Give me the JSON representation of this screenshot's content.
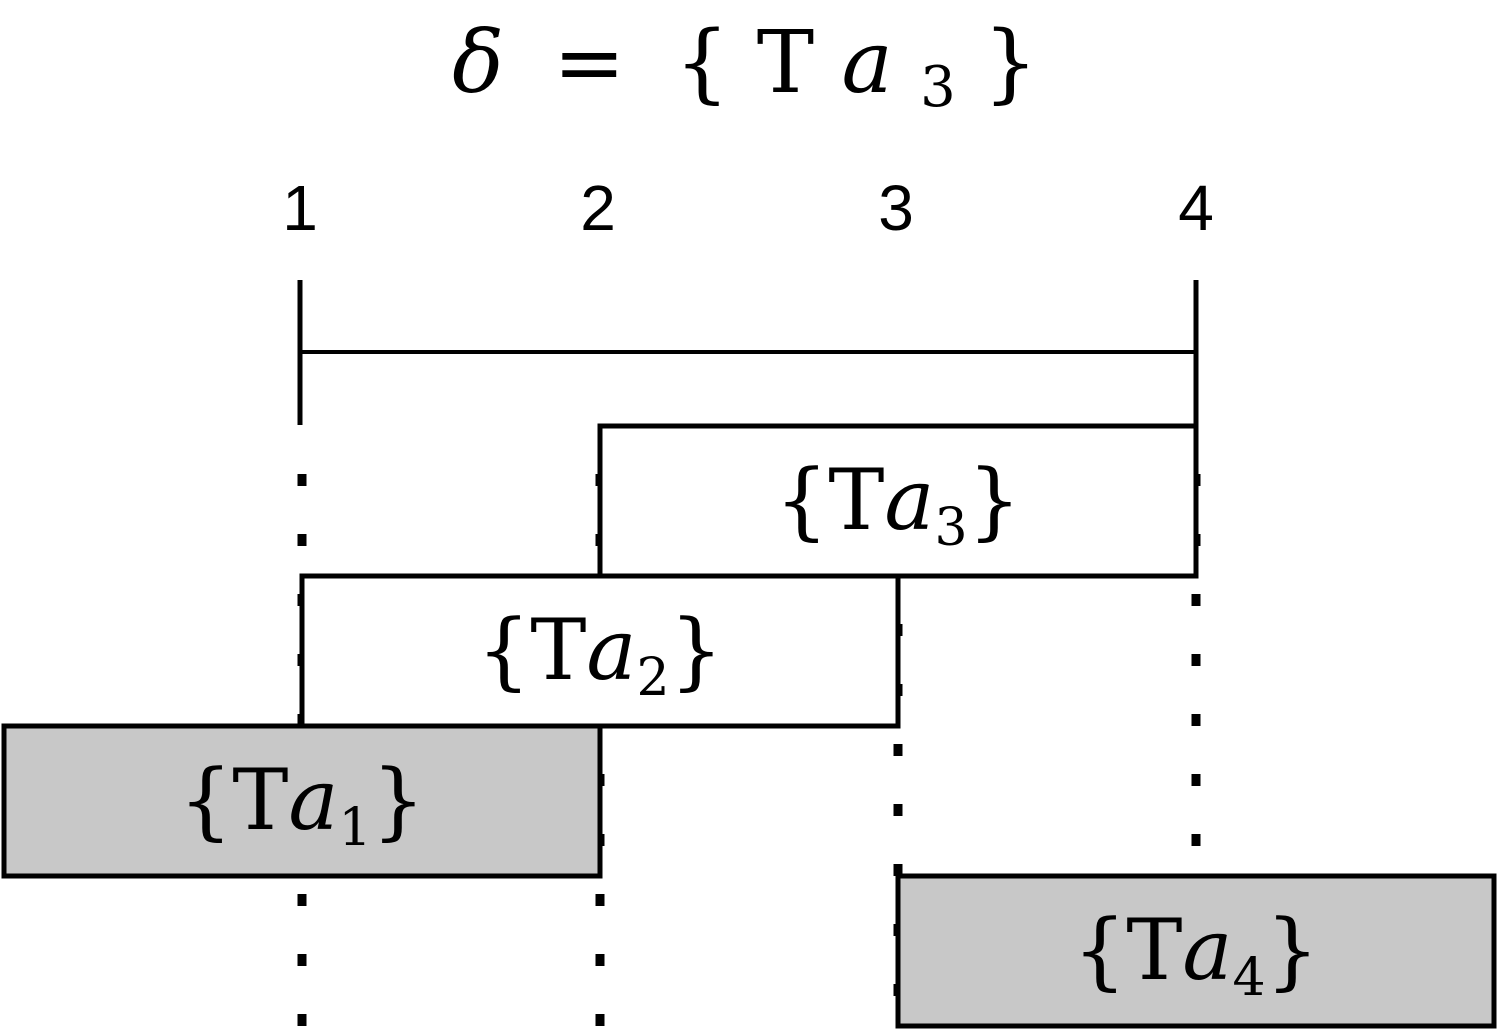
{
  "title": {
    "symbol": "δ",
    "equals": "=",
    "open": "{",
    "base": "T",
    "var": "a",
    "sub": "3",
    "close": "}"
  },
  "ticks": [
    {
      "label": "1",
      "value": 1
    },
    {
      "label": "2",
      "value": 2
    },
    {
      "label": "3",
      "value": 3
    },
    {
      "label": "4",
      "value": 4
    }
  ],
  "span": {
    "from": 1,
    "to": 4
  },
  "intervals": [
    {
      "id": "a3",
      "start": 2,
      "end": 4,
      "row": 0,
      "shaded": false,
      "open": "{",
      "base": "T",
      "var": "a",
      "sub": "3",
      "close": "}"
    },
    {
      "id": "a2",
      "start": 1,
      "end": 3,
      "row": 1,
      "shaded": false,
      "open": "{",
      "base": "T",
      "var": "a",
      "sub": "2",
      "close": "}"
    },
    {
      "id": "a1",
      "start": 0,
      "end": 2,
      "row": 2,
      "shaded": true,
      "open": "{",
      "base": "T",
      "var": "a",
      "sub": "1",
      "close": "}"
    },
    {
      "id": "a4",
      "start": 3,
      "end": 5,
      "row": 3,
      "shaded": true,
      "open": "{",
      "base": "T",
      "var": "a",
      "sub": "4",
      "close": "}"
    }
  ],
  "colors": {
    "shaded": "#c8c8c8",
    "stroke": "#000000",
    "background": "#ffffff"
  }
}
